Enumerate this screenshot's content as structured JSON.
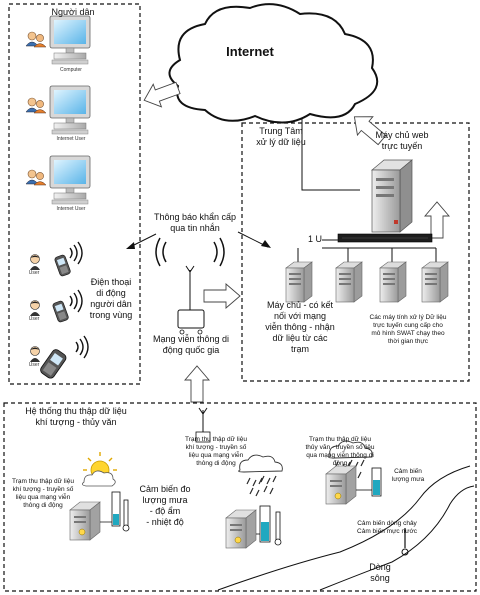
{
  "cloud": {
    "label": "Internet"
  },
  "citizens": {
    "title": "Người dân",
    "computer_labels": [
      "Computer",
      "Internet User",
      "Internet User"
    ],
    "phone_user_label": "User",
    "phones_label": "Điện thoại\ndi động\nngười dân\ntrong vùng"
  },
  "alert": {
    "label": "Thông báo khẩn cấp\nqua tin nhắn"
  },
  "telecom": {
    "label": "Mạng viễn thông di\nđộng quốc gia"
  },
  "center": {
    "title": "Trung Tâm\nxử lý dữ liệu",
    "web_server": "Máy chủ web\ntrực tuyến",
    "rack_label": "1 U",
    "connected_server": "Máy chủ - có kết\nnối với mạng\nviễn thông - nhận\ndữ liệu từ các\ntrạm",
    "processing": "Các máy tính xử lý Dữ liệu\ntrực tuyến cung cấp cho\nmô hình SWAT chạy theo\nthời gian thực"
  },
  "collection": {
    "title": "Hệ thống thu thập dữ liệu\nkhí tượng - thủy văn",
    "station_a": "Trạm thu thập dữ liệu\nkhí tượng - truyền số\nliệu qua mạng viễn\nthông di động",
    "station_a_sensors": "Cảm biến đo\nlượng mưa\n- độ ẩm\n- nhiệt độ",
    "station_b": "Trạm thu thập dữ liệu\nkhí tượng - truyền số\nliệu qua mạng viễn\nthông di động",
    "station_c": "Trạm thu thập dữ liệu\nthủy văn - truyền số liệu\nqua mạng viễn thông di\nđộng",
    "rain_sensor": "Cảm biến\nlượng mưa",
    "flow_sensor": "Cảm biến dòng chảy\nCảm biến mực nước",
    "river": "Dòng\nsông"
  }
}
